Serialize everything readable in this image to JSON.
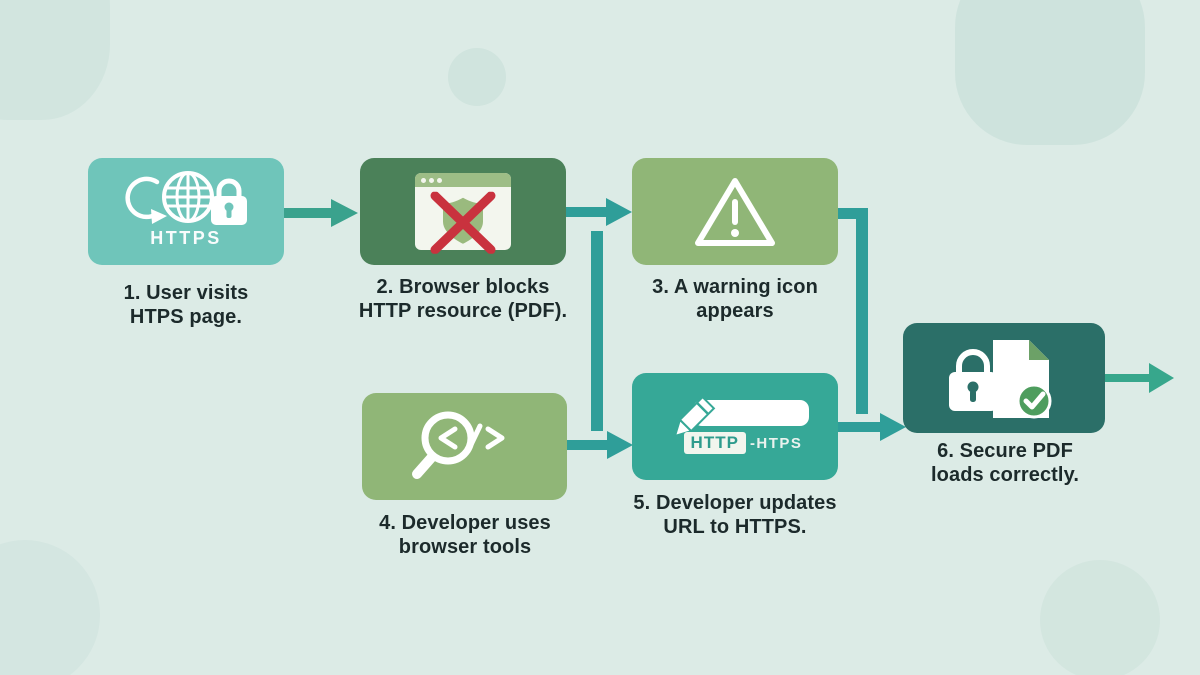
{
  "background": {
    "color": "#dcebe6"
  },
  "colors": {
    "box1": "#6fc5ba",
    "box2": "#4b8159",
    "box3": "#90b677",
    "box4": "#90b677",
    "box5": "#36a897",
    "box6": "#2b6f68",
    "arrow_green": "#3aa28d",
    "arrow_teal": "#2f9e99",
    "arrow_exit": "#37a78c",
    "red_x": "#c9323e",
    "label_text": "#1c2a2b"
  },
  "steps": [
    {
      "caption": [
        "1. User visits",
        "HTPS page."
      ],
      "icon": "globe-lock-refresh-icon",
      "icon_label": "HTTPS"
    },
    {
      "caption": [
        "2. Browser blocks",
        "HTTP resource (PDF)."
      ],
      "icon": "blocked-shield-browser-icon"
    },
    {
      "caption": [
        "3. A warning icon",
        "appears"
      ],
      "icon": "warning-triangle-icon"
    },
    {
      "caption": [
        "4. Developer uses",
        "browser tools"
      ],
      "icon": "code-inspect-magnifier-icon"
    },
    {
      "caption": [
        "5. Developer updates",
        "URL to HTTPS."
      ],
      "icon": "edit-url-pencil-icon",
      "url_chip": "HTTP",
      "url_rest": "-HTPS"
    },
    {
      "caption": [
        "6. Secure PDF",
        "loads correctly."
      ],
      "icon": "secure-pdf-lock-check-icon"
    }
  ]
}
